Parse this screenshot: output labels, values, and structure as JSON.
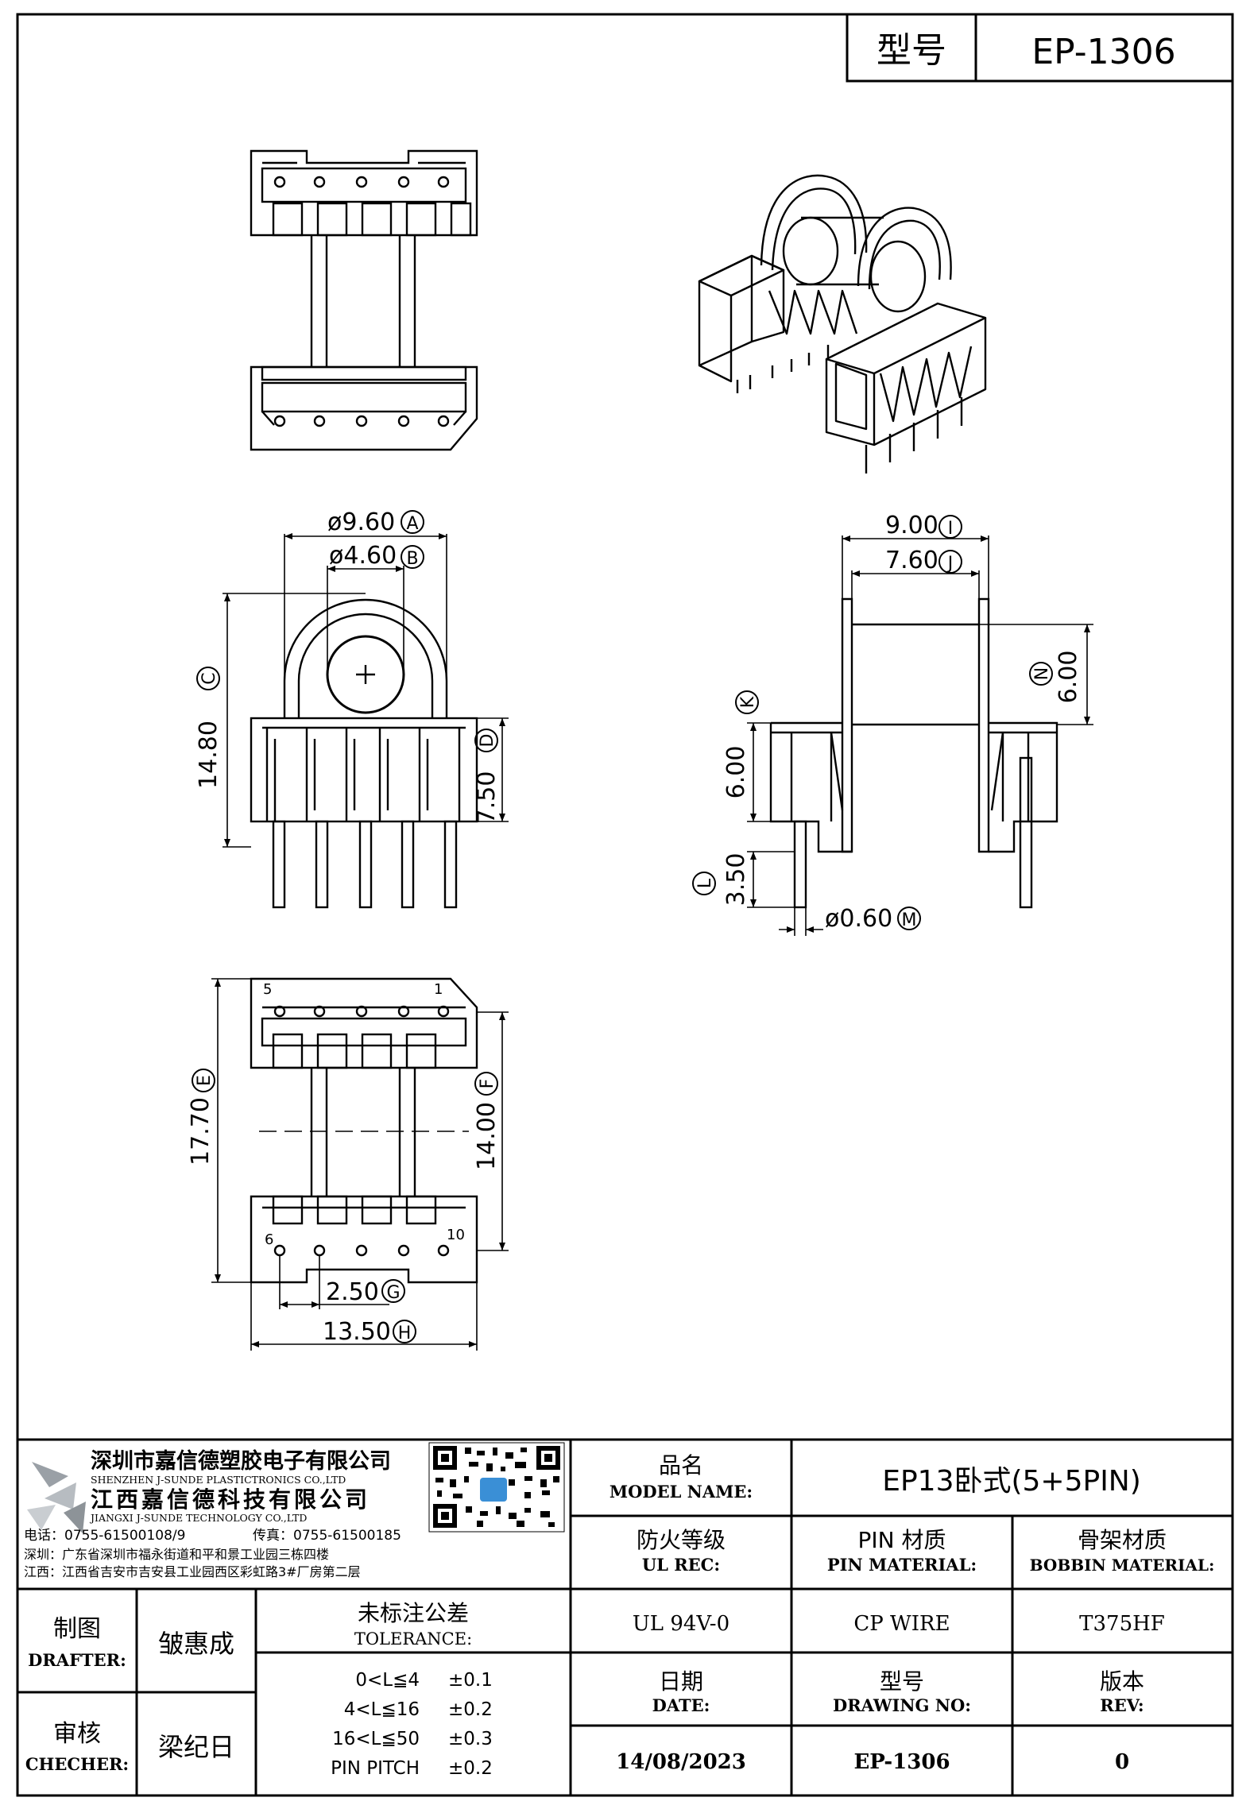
{
  "model_box": {
    "label": "型号",
    "value": "EP-1306"
  },
  "dims": {
    "A": "ø9.60",
    "A_tag": "A",
    "B": "ø4.60",
    "B_tag": "B",
    "C": "14.80",
    "C_tag": "C",
    "D": "7.50",
    "D_tag": "D",
    "I": "9.00",
    "I_tag": "I",
    "J": "7.60",
    "J_tag": "J",
    "N": "6.00",
    "N_tag": "N",
    "K": "6.00",
    "K_tag": "K",
    "L": "3.50",
    "L_tag": "L",
    "M": "ø0.60",
    "M_tag": "M",
    "E": "17.70",
    "E_tag": "E",
    "F": "14.00",
    "F_tag": "F",
    "G": "2.50",
    "G_tag": "G",
    "H": "13.50",
    "H_tag": "H"
  },
  "pins": {
    "p5": "5",
    "p1": "1",
    "p6": "6",
    "p10": "10"
  },
  "company": {
    "name_cn_1": "深圳市嘉信德塑胶电子有限公司",
    "name_en_1": "SHENZHEN J-SUNDE PLASTICTRONICS CO.,LTD",
    "name_cn_2": "江西嘉信德科技有限公司",
    "name_en_2": "JIANGXI J-SUNDE TECHNOLOGY CO.,LTD",
    "tel": "电话：0755-61500108/9",
    "fax": "传真：0755-61500185",
    "addr_sz": "深圳：广东省深圳市福永街道和平和景工业园三栋四楼",
    "addr_jx": "江西：江西省吉安市吉安县工业园西区彩虹路3#厂房第二层"
  },
  "title_block": {
    "model_name_cn": "品名",
    "model_name_en": "MODEL NAME:",
    "model_name_value": "EP13卧式(5+5PIN)",
    "ul_cn": "防火等级",
    "ul_en": "UL REC:",
    "pin_mat_cn": "PIN 材质",
    "pin_mat_en": "PIN MATERIAL:",
    "bobbin_cn": "骨架材质",
    "bobbin_en": "BOBBIN MATERIAL:",
    "drafter_cn": "制图",
    "drafter_en": "DRAFTER:",
    "drafter_name": "皱惠成",
    "checker_cn": "审核",
    "checker_en": "CHECHER:",
    "checker_name": "梁纪日",
    "tol_cn": "未标注公差",
    "tol_en": "TOLERANCE:",
    "tol_rows": [
      {
        "range": "0<L≦4",
        "value": "±0.1"
      },
      {
        "range": "4<L≦16",
        "value": "±0.2"
      },
      {
        "range": "16<L≦50",
        "value": "±0.3"
      },
      {
        "range": "PIN PITCH",
        "value": "±0.2"
      }
    ],
    "ul_value": "UL 94V-0",
    "pin_value": "CP WIRE",
    "bobbin_value": "T375HF",
    "date_cn": "日期",
    "date_en": "DATE:",
    "dwg_cn": "型号",
    "dwg_en": "DRAWING NO:",
    "rev_cn": "版本",
    "rev_en": "REV:",
    "date_value": "14/08/2023",
    "dwg_value": "EP-1306",
    "rev_value": "0"
  }
}
